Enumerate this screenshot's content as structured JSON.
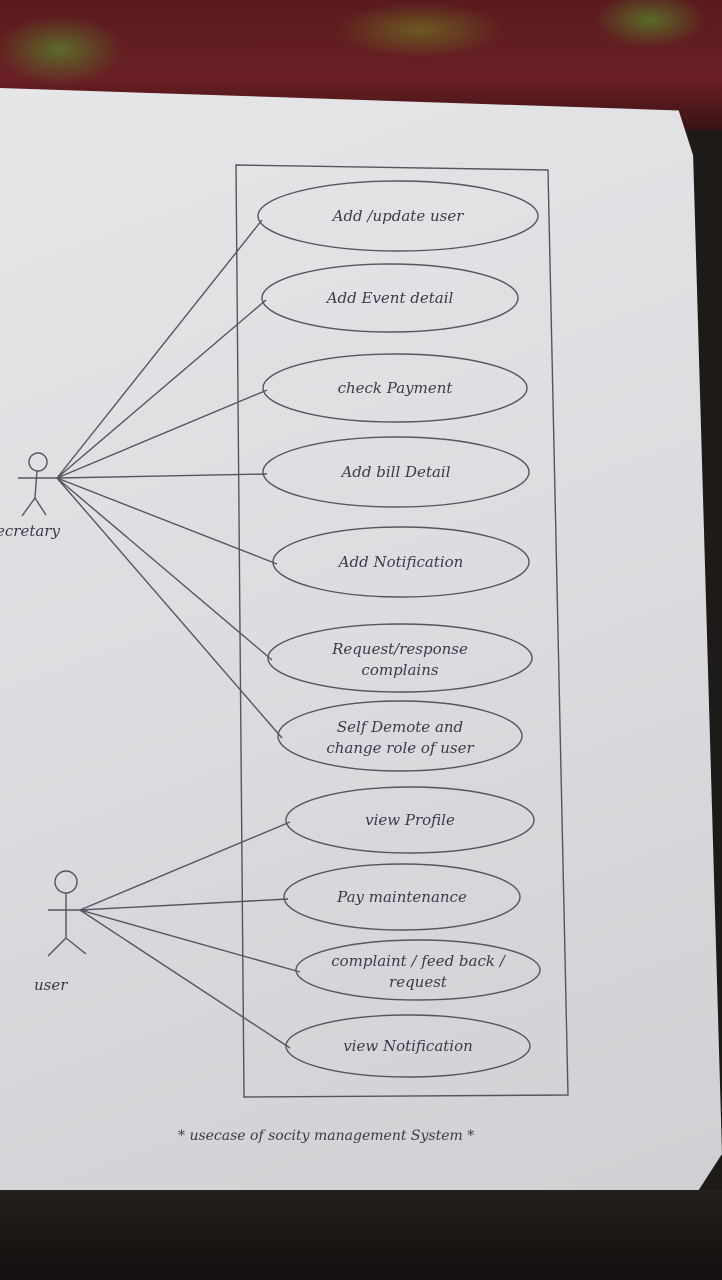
{
  "actors": [
    {
      "id": "secretary",
      "label": "ecretary"
    },
    {
      "id": "user",
      "label": "user"
    }
  ],
  "use_cases": [
    {
      "line1": "Add /update user",
      "line2": "",
      "actor": "secretary"
    },
    {
      "line1": "Add Event detail",
      "line2": "",
      "actor": "secretary"
    },
    {
      "line1": "check Payment",
      "line2": "",
      "actor": "secretary"
    },
    {
      "line1": "Add bill Detail",
      "line2": "",
      "actor": "secretary"
    },
    {
      "line1": "Add Notification",
      "line2": "",
      "actor": "secretary"
    },
    {
      "line1": "Request/response",
      "line2": "complains",
      "actor": "secretary"
    },
    {
      "line1": "Self Demote and",
      "line2": "change role of user",
      "actor": "secretary"
    },
    {
      "line1": "view Profile",
      "line2": "",
      "actor": "user"
    },
    {
      "line1": "Pay maintenance",
      "line2": "",
      "actor": "user"
    },
    {
      "line1": "complaint / feed back /",
      "line2": "request",
      "actor": "user"
    },
    {
      "line1": "view Notification",
      "line2": "",
      "actor": "user"
    }
  ],
  "caption": "* usecase of socity management System *",
  "colors": {
    "ink": "#55555f",
    "text": "#3a3a48",
    "paper": "#dcdde0"
  }
}
